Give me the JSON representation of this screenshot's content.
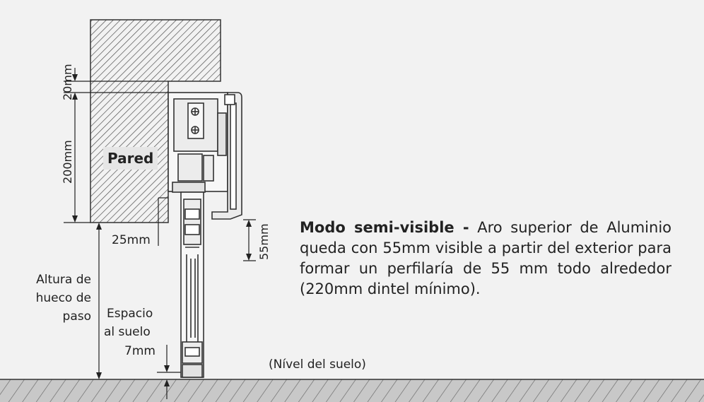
{
  "labels": {
    "wall": "Pared",
    "dim_20": "20mm",
    "dim_200": "200mm",
    "dim_25": "25mm",
    "dim_55": "55mm",
    "opening_height": [
      "Altura de",
      "hueco de",
      "paso"
    ],
    "floor_gap": [
      "Espacio",
      "al suelo",
      "7mm"
    ],
    "floor_level": "(Nível del suelo)"
  },
  "description": {
    "title": "Modo semi-visible -",
    "body": " Aro superior de Aluminio queda con 55mm visible a partir del exterior para formar un perfilaría de 55 mm todo alrededor (220mm dintel mínimo)."
  },
  "colors": {
    "background": "#f2f2f2",
    "hatch_line": "#444444",
    "profile_line": "#333333",
    "text": "#222222"
  }
}
